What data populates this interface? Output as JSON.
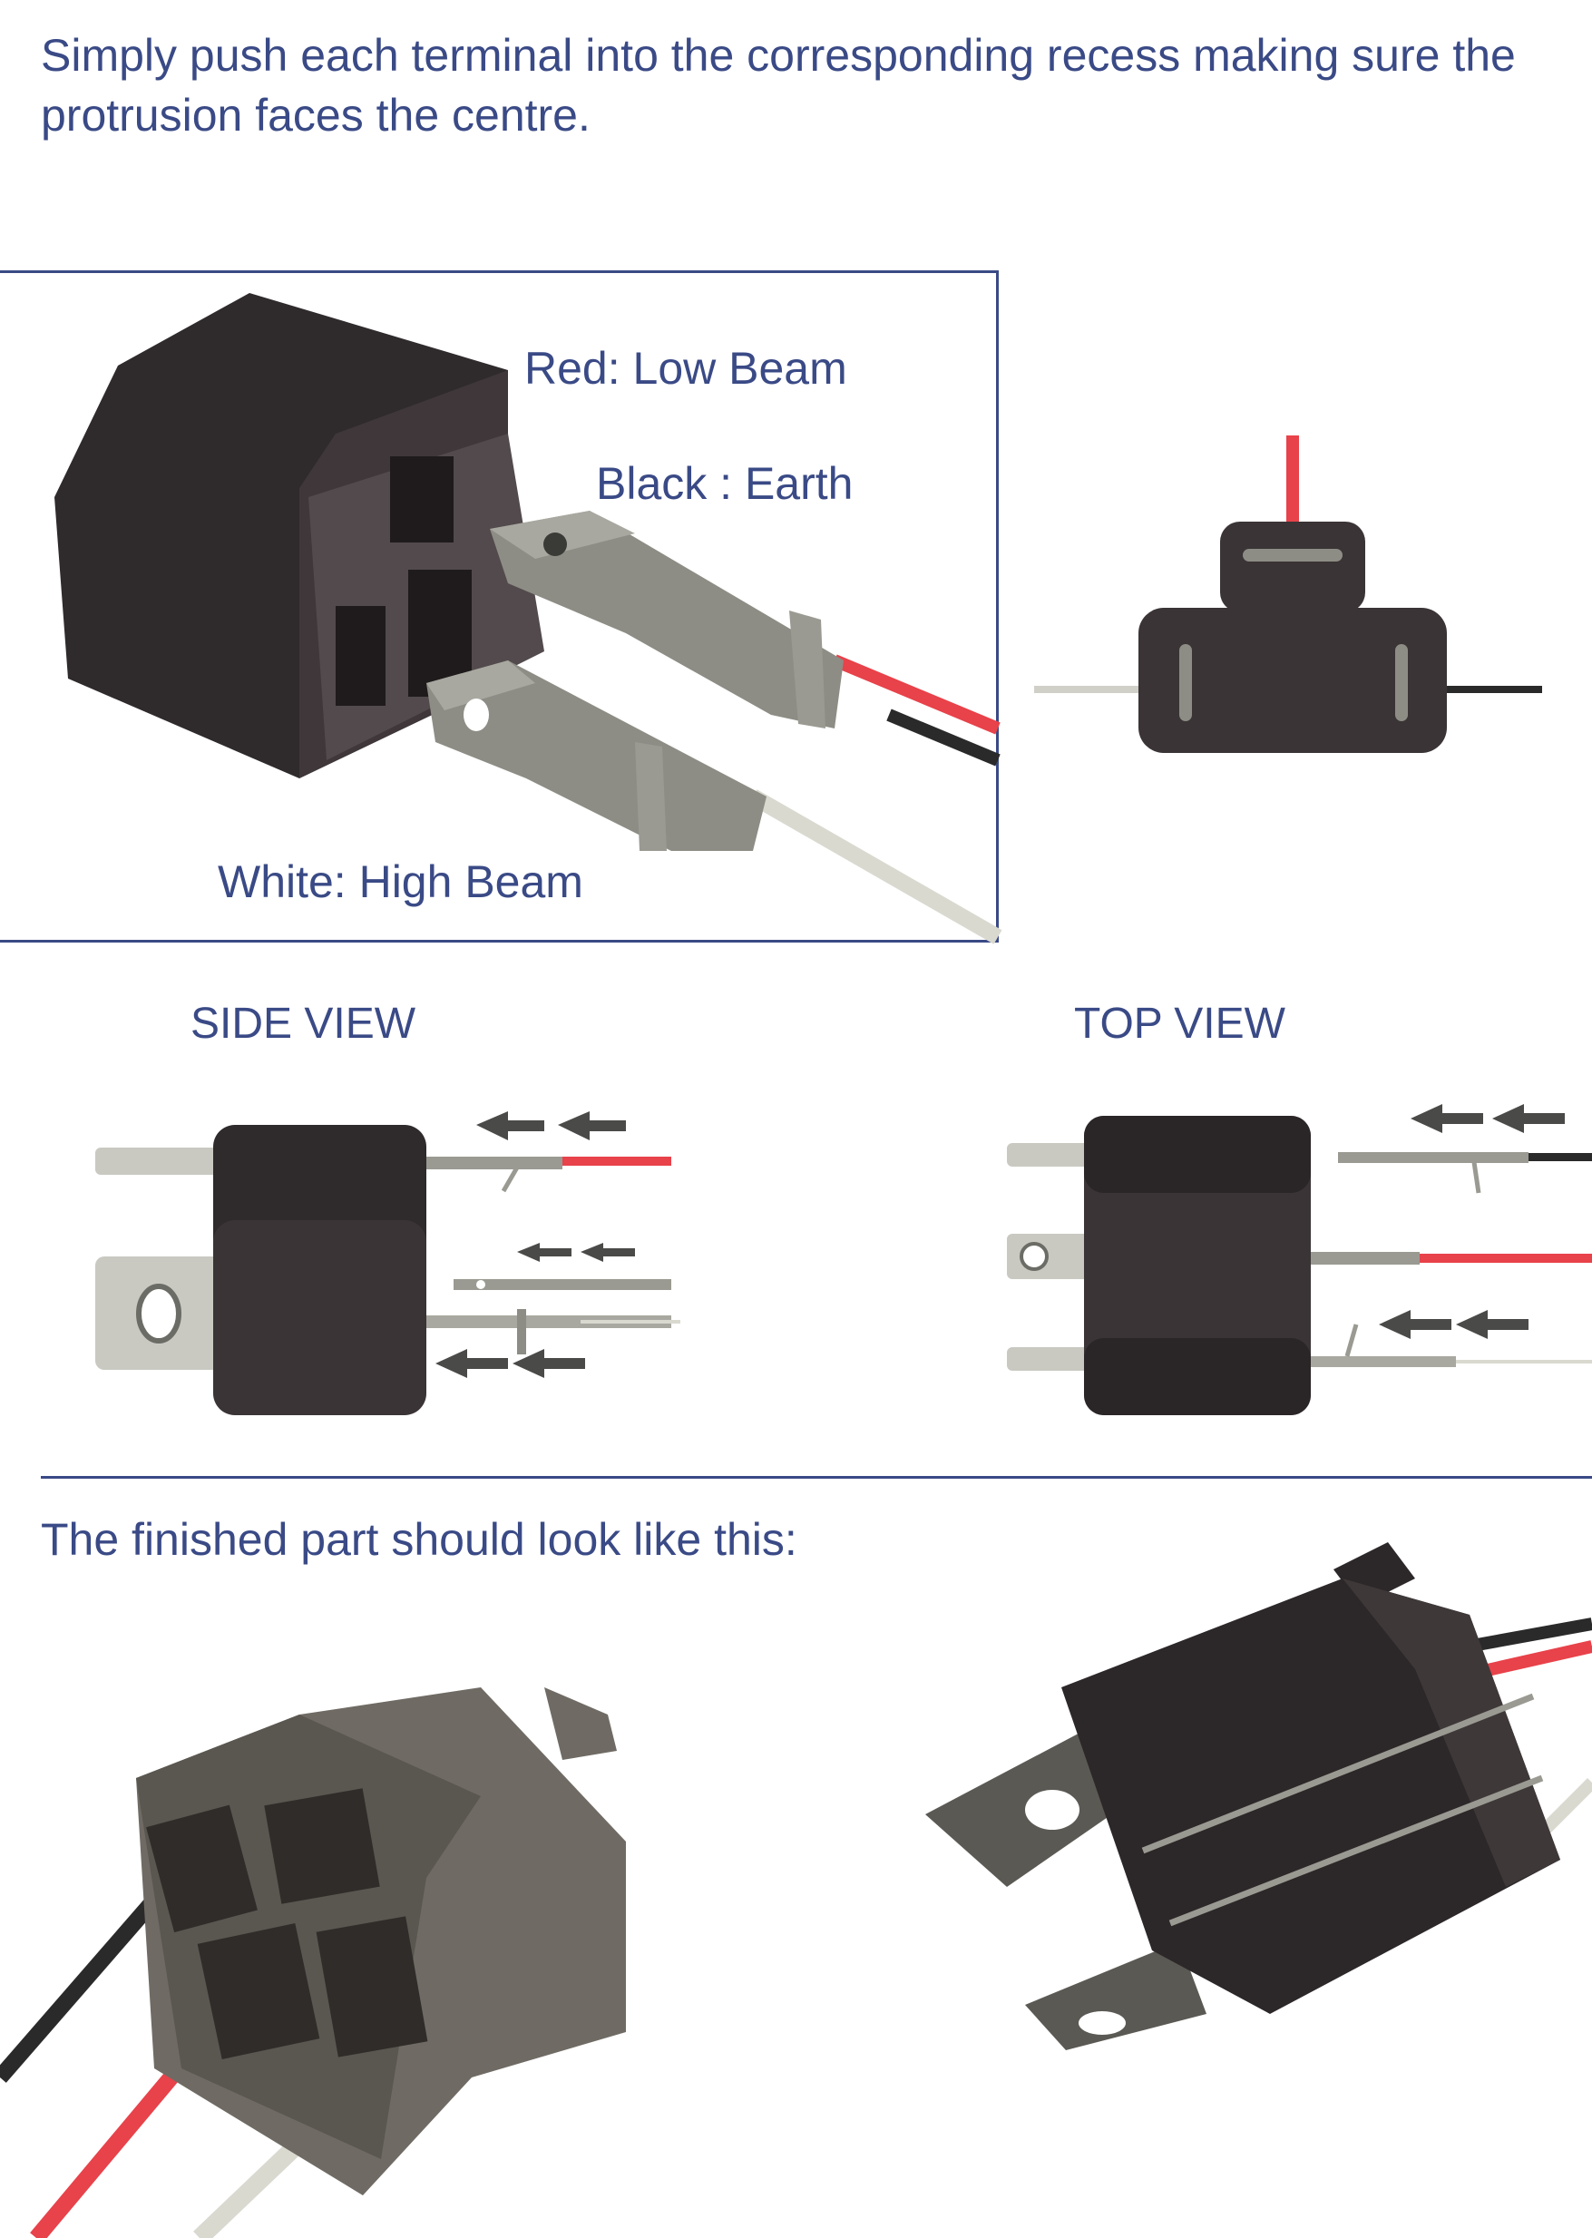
{
  "intro": "Simply push each terminal into the corresponding recess making sure the protrusion faces the centre.",
  "labels": {
    "red": "Red: Low Beam",
    "black": "Black : Earth",
    "white": "White: High Beam"
  },
  "views": {
    "side": "SIDE VIEW",
    "top": "TOP VIEW"
  },
  "finished": "The finished part should look like this:",
  "colors": {
    "text": "#3a4a86",
    "housing": "#3b3436",
    "terminal": "#8d8d85",
    "wire_red": "#e8424a",
    "wire_black": "#2a2a2a",
    "wire_white": "#d9d9d0"
  },
  "icons": [
    "arrow-left-icon"
  ]
}
